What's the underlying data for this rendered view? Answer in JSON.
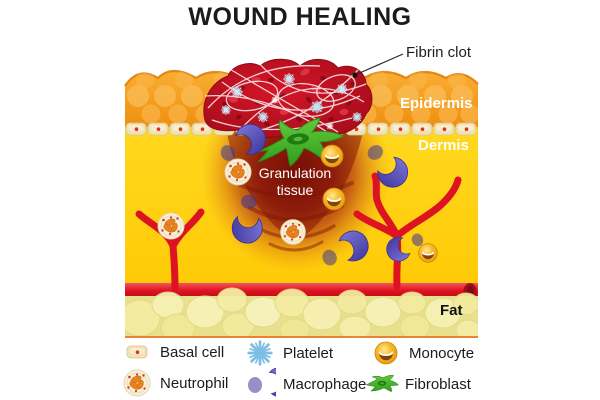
{
  "title": "WOUND HEALING",
  "illustration": {
    "labels": {
      "fibrin_clot": "Fibrin clot",
      "epidermis": "Epidermis",
      "dermis": "Dermis",
      "granulation_line1": "Granulation",
      "granulation_line2": "tissue",
      "fat": "Fat"
    },
    "colors": {
      "epidermis_orange": "#F59E1E",
      "dermis_yellow": "#FFD10A",
      "fat_cream": "#F2EBA0",
      "vessel_red": "#E01220",
      "clot_red": "#C41022",
      "granulation_dark": "#6E0D03",
      "macrophage_purple": "#554BB0",
      "monocyte_gold": "#F5A80B",
      "neutrophil_cream": "#F8F1DA",
      "fibroblast_green": "#45B02A",
      "platelet_blue": "#8FC6E6"
    }
  },
  "legend": {
    "items": [
      {
        "name": "basal-cell",
        "label": "Basal cell"
      },
      {
        "name": "platelet",
        "label": "Platelet"
      },
      {
        "name": "monocyte",
        "label": "Monocyte"
      },
      {
        "name": "neutrophil",
        "label": "Neutrophil"
      },
      {
        "name": "macrophage",
        "label": "Macrophage"
      },
      {
        "name": "fibroblast",
        "label": "Fibroblast"
      }
    ]
  }
}
